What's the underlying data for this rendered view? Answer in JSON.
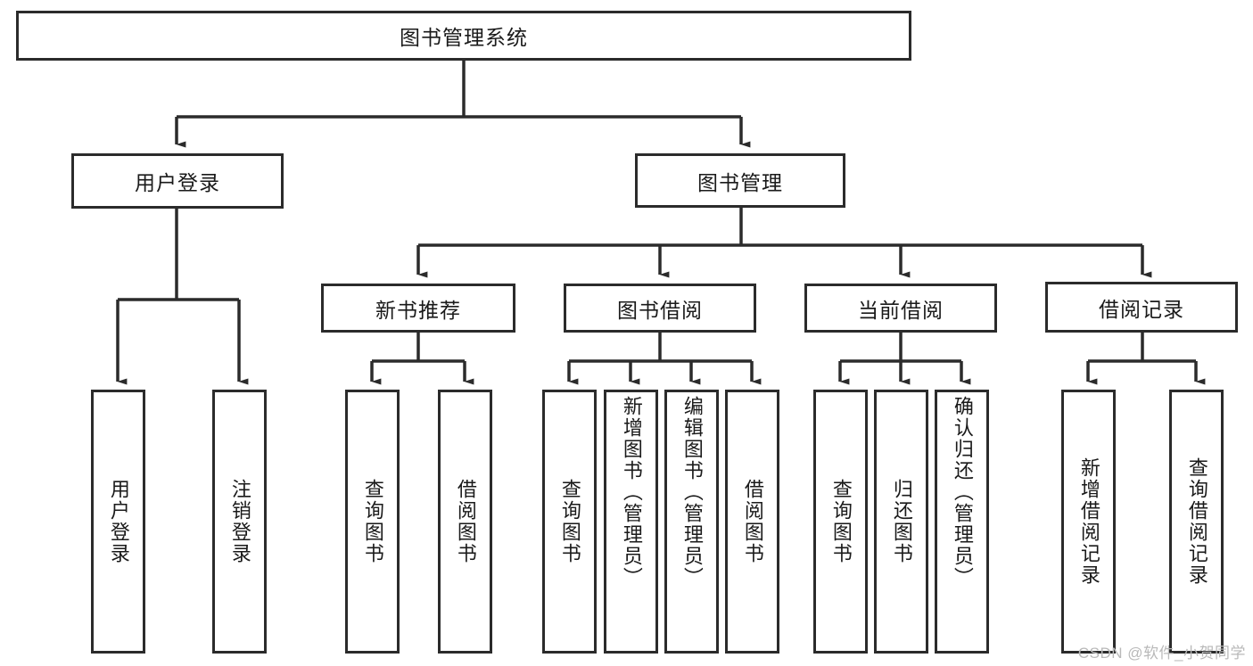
{
  "diagram": {
    "title_node": {
      "label": "图书管理系统"
    },
    "level2": [
      {
        "id": "user-login",
        "label": "用户登录"
      },
      {
        "id": "book-management",
        "label": "图书管理"
      }
    ],
    "level3": [
      {
        "id": "new-book-recommend",
        "label": "新书推荐"
      },
      {
        "id": "book-borrow",
        "label": "图书借阅"
      },
      {
        "id": "current-borrow",
        "label": "当前借阅"
      },
      {
        "id": "borrow-record",
        "label": "借阅记录"
      }
    ],
    "leaves": [
      {
        "id": "leaf-user-login",
        "label": "用户登录",
        "parent": "用户登录"
      },
      {
        "id": "leaf-logout-login",
        "label": "注销登录",
        "parent": "用户登录"
      },
      {
        "id": "leaf-query-book-1",
        "label": "查询图书",
        "parent": "新书推荐"
      },
      {
        "id": "leaf-borrow-book-1",
        "label": "借阅图书",
        "parent": "新书推荐"
      },
      {
        "id": "leaf-query-book-2",
        "label": "查询图书",
        "parent": "图书借阅"
      },
      {
        "id": "leaf-add-book",
        "label": "新增图书（管理员）",
        "parent": "图书借阅"
      },
      {
        "id": "leaf-edit-book",
        "label": "编辑图书（管理员）",
        "parent": "图书借阅"
      },
      {
        "id": "leaf-borrow-book-2",
        "label": "借阅图书",
        "parent": "图书借阅"
      },
      {
        "id": "leaf-query-book-3",
        "label": "查询图书",
        "parent": "当前借阅"
      },
      {
        "id": "leaf-return-book",
        "label": "归还图书",
        "parent": "当前借阅"
      },
      {
        "id": "leaf-confirm-return",
        "label": "确认归还（管理员）",
        "parent": "当前借阅"
      },
      {
        "id": "leaf-add-record",
        "label": "新增借阅记录",
        "parent": "借阅记录"
      },
      {
        "id": "leaf-query-record",
        "label": "查询借阅记录",
        "parent": "借阅记录"
      }
    ],
    "watermark": "CSDN @软件_小贺同学",
    "colors": {
      "stroke": "#2b2b2b",
      "fill": "#ffffff",
      "text": "#1a1a1a",
      "watermark": "#b9b9b9"
    }
  }
}
